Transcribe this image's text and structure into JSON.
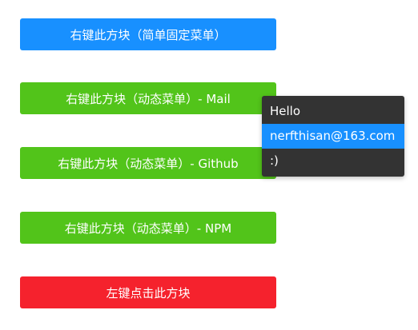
{
  "colors": {
    "blue": "#1890ff",
    "green": "#52c41a",
    "red": "#f5222d",
    "menu_bg": "#333333",
    "menu_highlight": "#1890ff"
  },
  "buttons": {
    "fixed": "右键此方块（简单固定菜单）",
    "mail": "右键此方块（动态菜单）- Mail",
    "github": "右键此方块（动态菜单）- Github",
    "npm": "右键此方块（动态菜单）- NPM",
    "left_click": "左键点击此方块"
  },
  "context_menu": {
    "items": [
      {
        "label": "Hello",
        "highlighted": false
      },
      {
        "label": "nerfthisan@163.com",
        "highlighted": true
      },
      {
        "label": ":)",
        "highlighted": false
      }
    ]
  }
}
